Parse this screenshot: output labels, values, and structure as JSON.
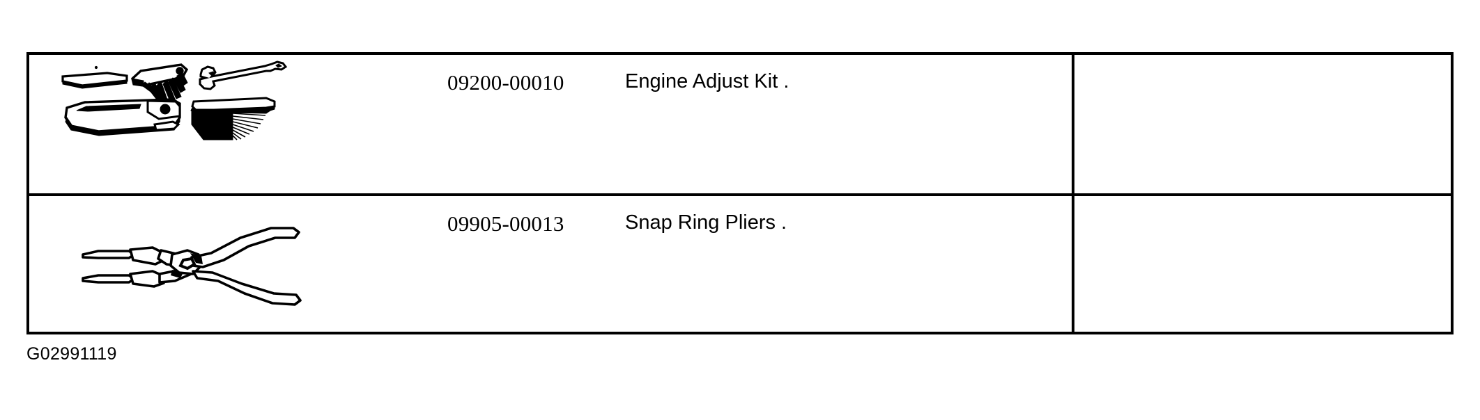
{
  "figure": {
    "id_label": "G02991119"
  },
  "table": {
    "columns": [
      "illustration",
      "part_number",
      "description",
      "notes"
    ],
    "border_color": "#000000",
    "background_color": "#ffffff",
    "rows": [
      {
        "illustration_name": "engine-adjust-kit-illustration",
        "illustration_caption": "Feeler gauge plates, feeler gauge sets and open-end wrench",
        "part_number": "09200-00010",
        "description": "Engine Adjust Kit .",
        "notes": ""
      },
      {
        "illustration_name": "snap-ring-pliers-illustration",
        "illustration_caption": "Snap ring pliers with straight tips and curved handles",
        "part_number": "09905-00013",
        "description": "Snap Ring Pliers .",
        "notes": ""
      }
    ]
  }
}
